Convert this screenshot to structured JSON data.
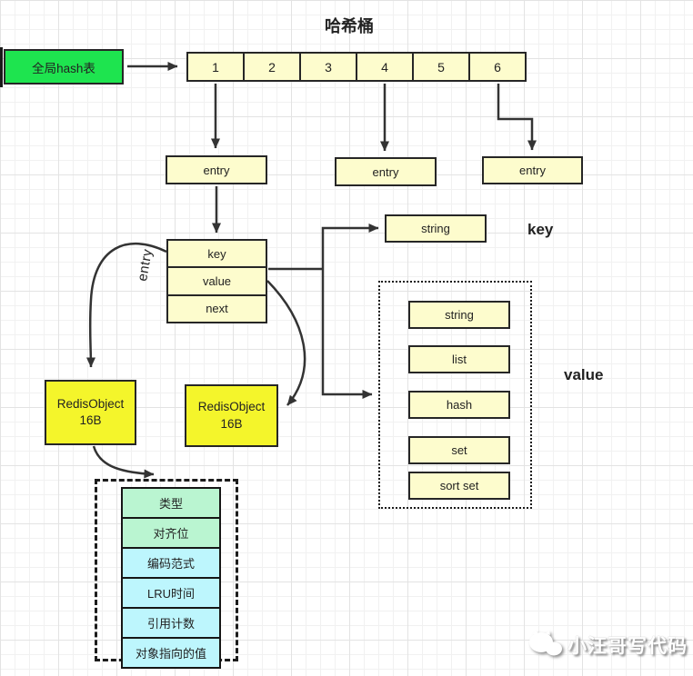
{
  "title": "哈希桶",
  "global_hash": {
    "label": "全局hash表"
  },
  "buckets": [
    "1",
    "2",
    "3",
    "4",
    "5",
    "6"
  ],
  "entry_boxes": [
    "entry",
    "entry",
    "entry"
  ],
  "entry_struct": {
    "rows": [
      "key",
      "value",
      "next"
    ],
    "curve_label": "entry"
  },
  "key_group": {
    "type_box": "string",
    "label": "key"
  },
  "value_group": {
    "label": "value",
    "type_boxes": [
      "string",
      "list",
      "hash",
      "set",
      "sort set"
    ]
  },
  "redis_objects": [
    {
      "name": "RedisObject",
      "size": "16B"
    },
    {
      "name": "RedisObject",
      "size": "16B"
    }
  ],
  "object_fields": [
    {
      "label": "类型",
      "tone": "mint"
    },
    {
      "label": "对齐位",
      "tone": "mint"
    },
    {
      "label": "编码范式",
      "tone": "cyan"
    },
    {
      "label": "LRU时间",
      "tone": "cyan"
    },
    {
      "label": "引用计数",
      "tone": "cyan"
    },
    {
      "label": "对象指向的值",
      "tone": "cyan"
    }
  ],
  "watermark": {
    "text": "小汪哥写代码"
  },
  "colors": {
    "bright_green": "#1ee44f",
    "pale_yellow": "#fdfccd",
    "bright_yellow": "#f4f52b",
    "mint_green": "#baf5d1",
    "light_cyan": "#bdf6fd",
    "line": "#333333"
  }
}
